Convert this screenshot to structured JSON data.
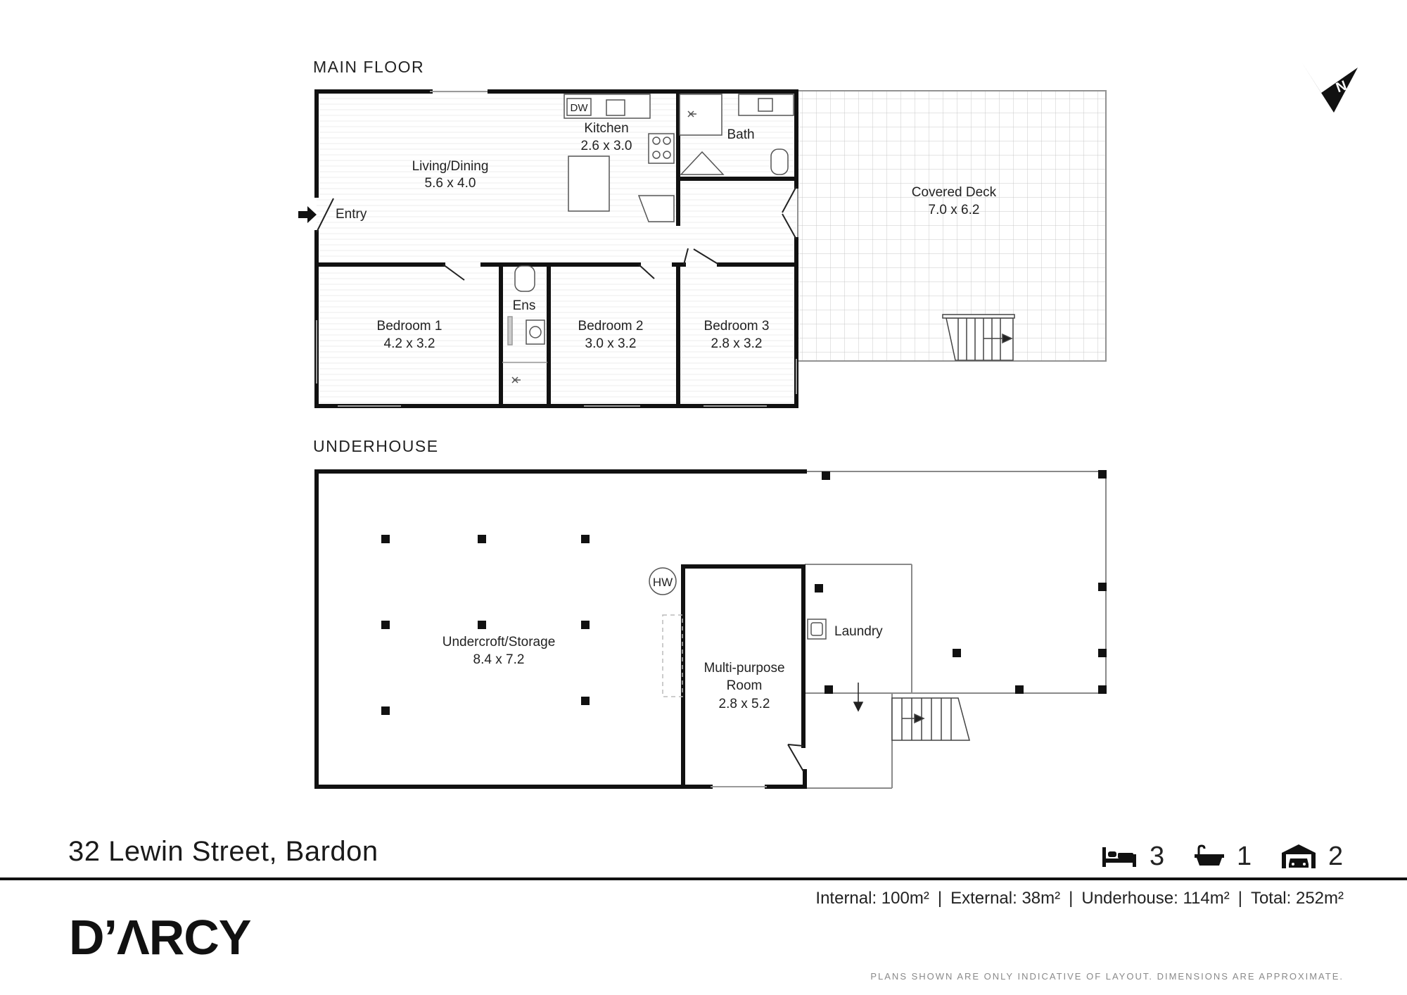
{
  "floors": {
    "main_title": "MAIN FLOOR",
    "under_title": "UNDERHOUSE"
  },
  "rooms": {
    "living": {
      "name": "Living/Dining",
      "dims": "5.6 x 4.0"
    },
    "kitchen": {
      "name": "Kitchen",
      "dims": "2.6 x 3.0"
    },
    "bath": {
      "name": "Bath"
    },
    "deck": {
      "name": "Covered Deck",
      "dims": "7.0 x 6.2"
    },
    "entry": {
      "name": "Entry"
    },
    "bed1": {
      "name": "Bedroom 1",
      "dims": "4.2 x 3.2"
    },
    "ens": {
      "name": "Ens"
    },
    "bed2": {
      "name": "Bedroom 2",
      "dims": "3.0 x 3.2"
    },
    "bed3": {
      "name": "Bedroom 3",
      "dims": "2.8 x 3.2"
    },
    "undercroft": {
      "name": "Undercroft/Storage",
      "dims": "8.4 x 7.2"
    },
    "multi": {
      "name": "Multi-purpose",
      "name2": "Room",
      "dims": "2.8 x 5.2"
    },
    "laundry": {
      "name": "Laundry"
    }
  },
  "fixtures": {
    "dishwasher": "DW",
    "hot_water": "HW",
    "north": "N"
  },
  "property": {
    "address": "32 Lewin Street, Bardon",
    "bedrooms": "3",
    "bathrooms": "1",
    "car_spaces": "2",
    "internal": "Internal: 100m²",
    "external": "External: 38m²",
    "underhouse": "Underhouse: 114m²",
    "total": "Total: 252m²",
    "separator": "|"
  },
  "brand": {
    "logo": "D’ΛRCY",
    "disclaimer": "PLANS SHOWN ARE ONLY INDICATIVE OF LAYOUT. DIMENSIONS ARE APPROXIMATE."
  },
  "colors": {
    "wall": "#111111",
    "thin_line": "#9a9a9a",
    "text": "#222222"
  }
}
